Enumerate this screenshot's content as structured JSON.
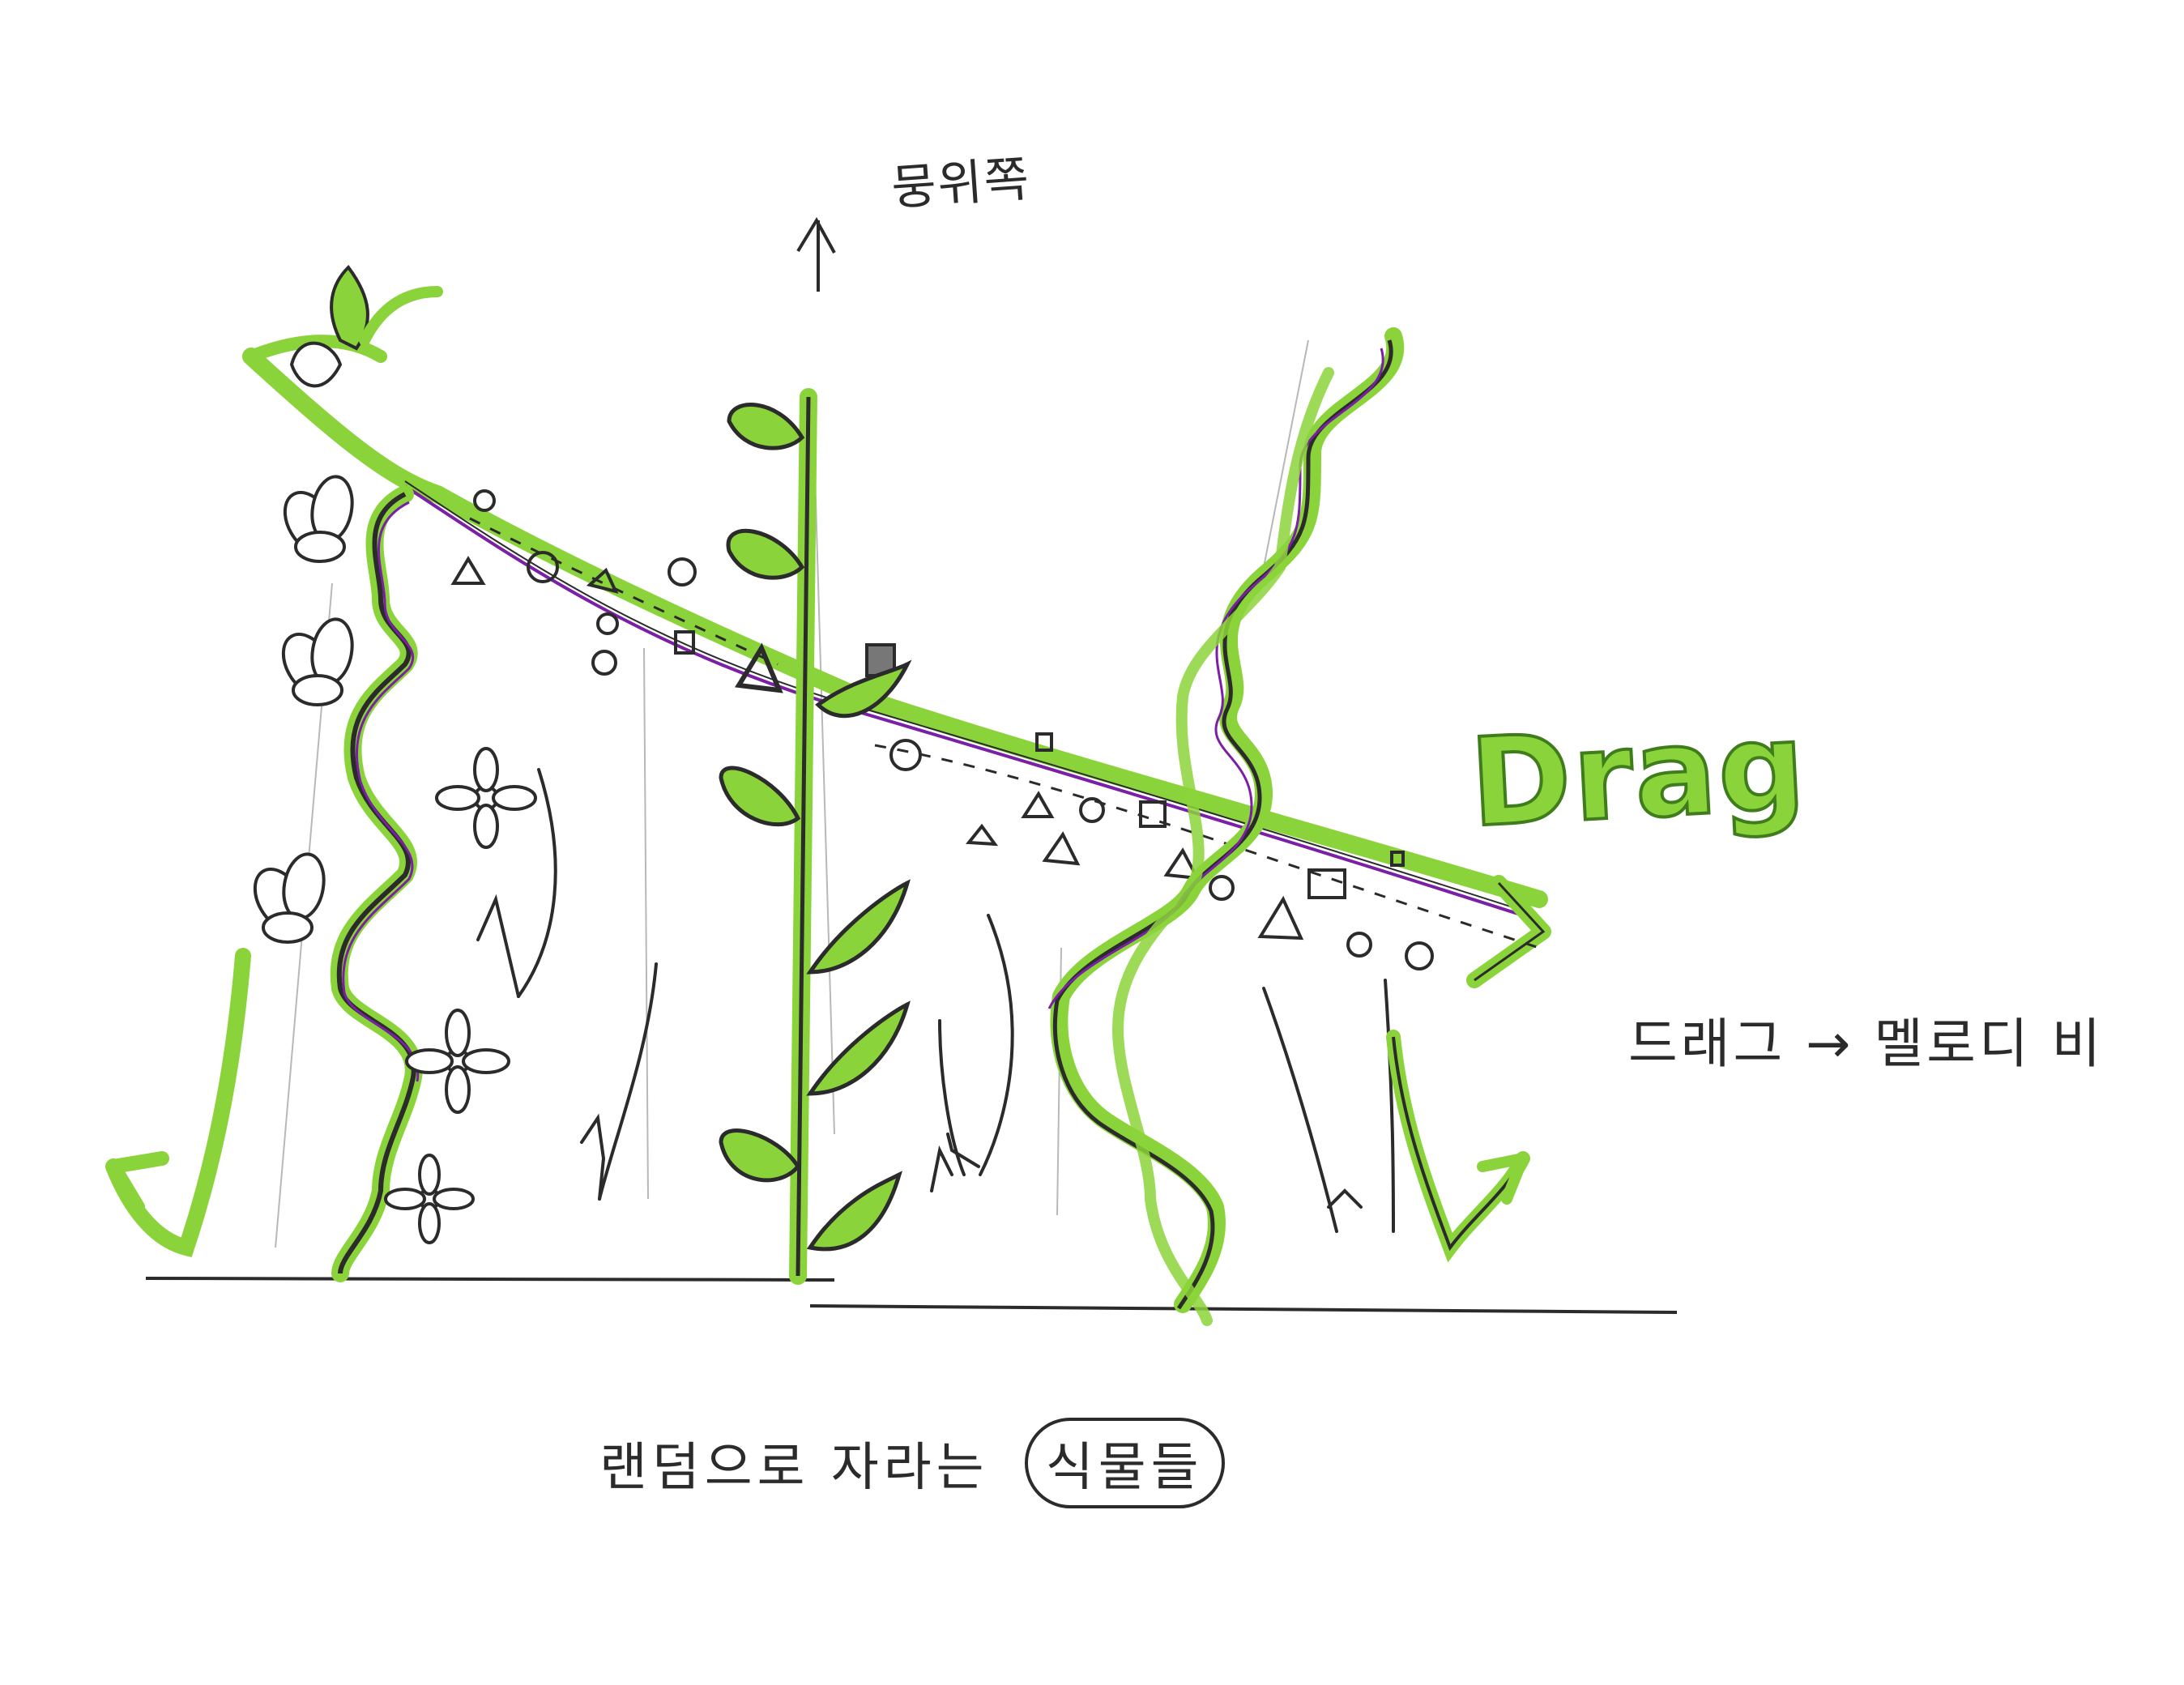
{
  "labels": {
    "top": "뭉위쪽",
    "drag": "Drag",
    "right": "드래그 → 멜로디 비",
    "bottom_plain": "랜덤으로 자라는",
    "bottom_circled": "식물들"
  },
  "colors": {
    "green": "#8bd33a",
    "dark_green": "#3f7d1c",
    "purple": "#7a1fa6",
    "ink": "#2b2b2b",
    "paper": "#ffffff"
  }
}
